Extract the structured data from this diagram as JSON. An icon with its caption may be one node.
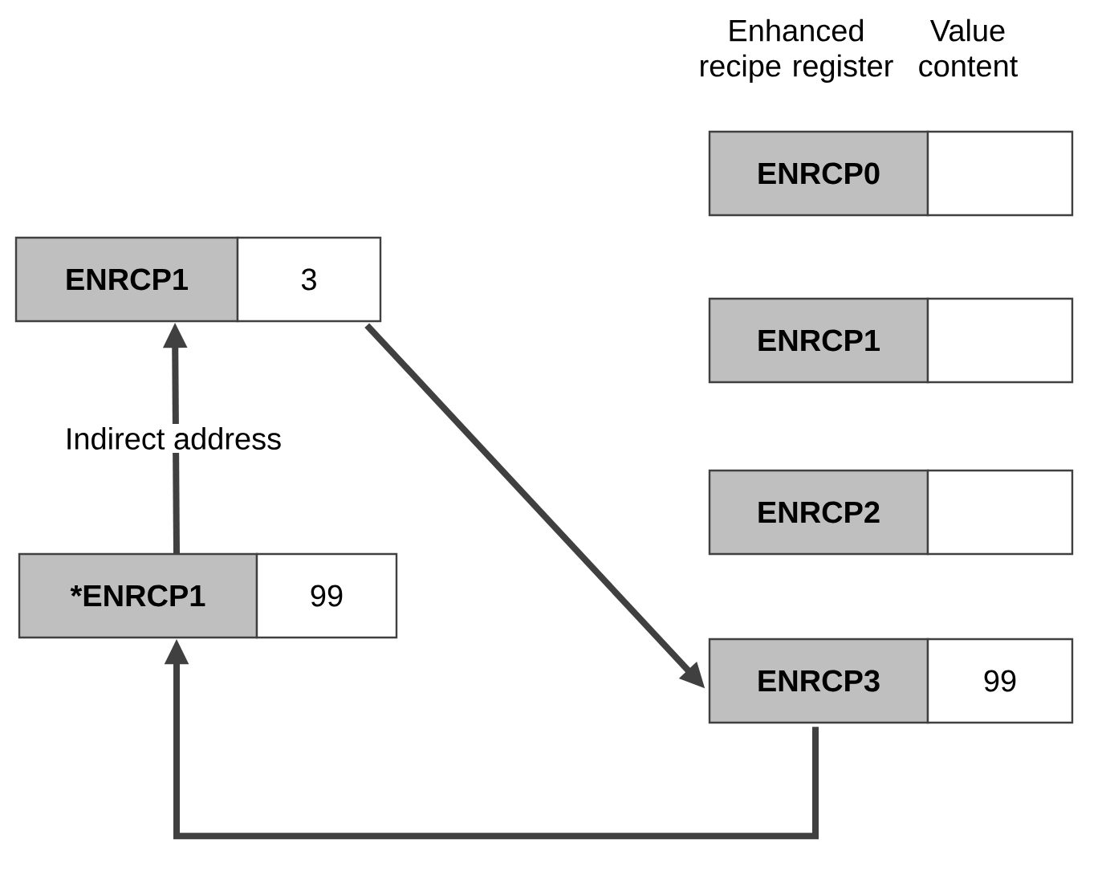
{
  "diagram": {
    "nodes": [
      {
        "text": [
          "ENRCP1"
        ]
      },
      {
        "text": [
          "3"
        ]
      },
      {
        "text": [
          "*ENRCP1"
        ]
      },
      {
        "text": [
          "99"
        ]
      },
      {
        "text": [
          "ENRCP0"
        ]
      },
      {
        "text": [],
        "shape": "box"
      },
      {
        "text": [
          "ENRCP1"
        ]
      },
      {
        "text": [],
        "shape": "box"
      },
      {
        "text": [
          "ENRCP2"
        ]
      },
      {
        "text": [],
        "shape": "box"
      },
      {
        "text": [
          "ENRCP3"
        ]
      },
      {
        "text": [
          "99"
        ]
      }
    ],
    "edges": [
      {
        "from": 2,
        "to": 0,
        "arrow": "to",
        "label": "Indirect address"
      },
      {
        "from": 1,
        "to": 10,
        "arrow": "to"
      },
      {
        "from": 10,
        "to": 2,
        "arrow": "to"
      }
    ],
    "labels": [
      "Enhanced recipe register",
      "Value content"
    ]
  }
}
